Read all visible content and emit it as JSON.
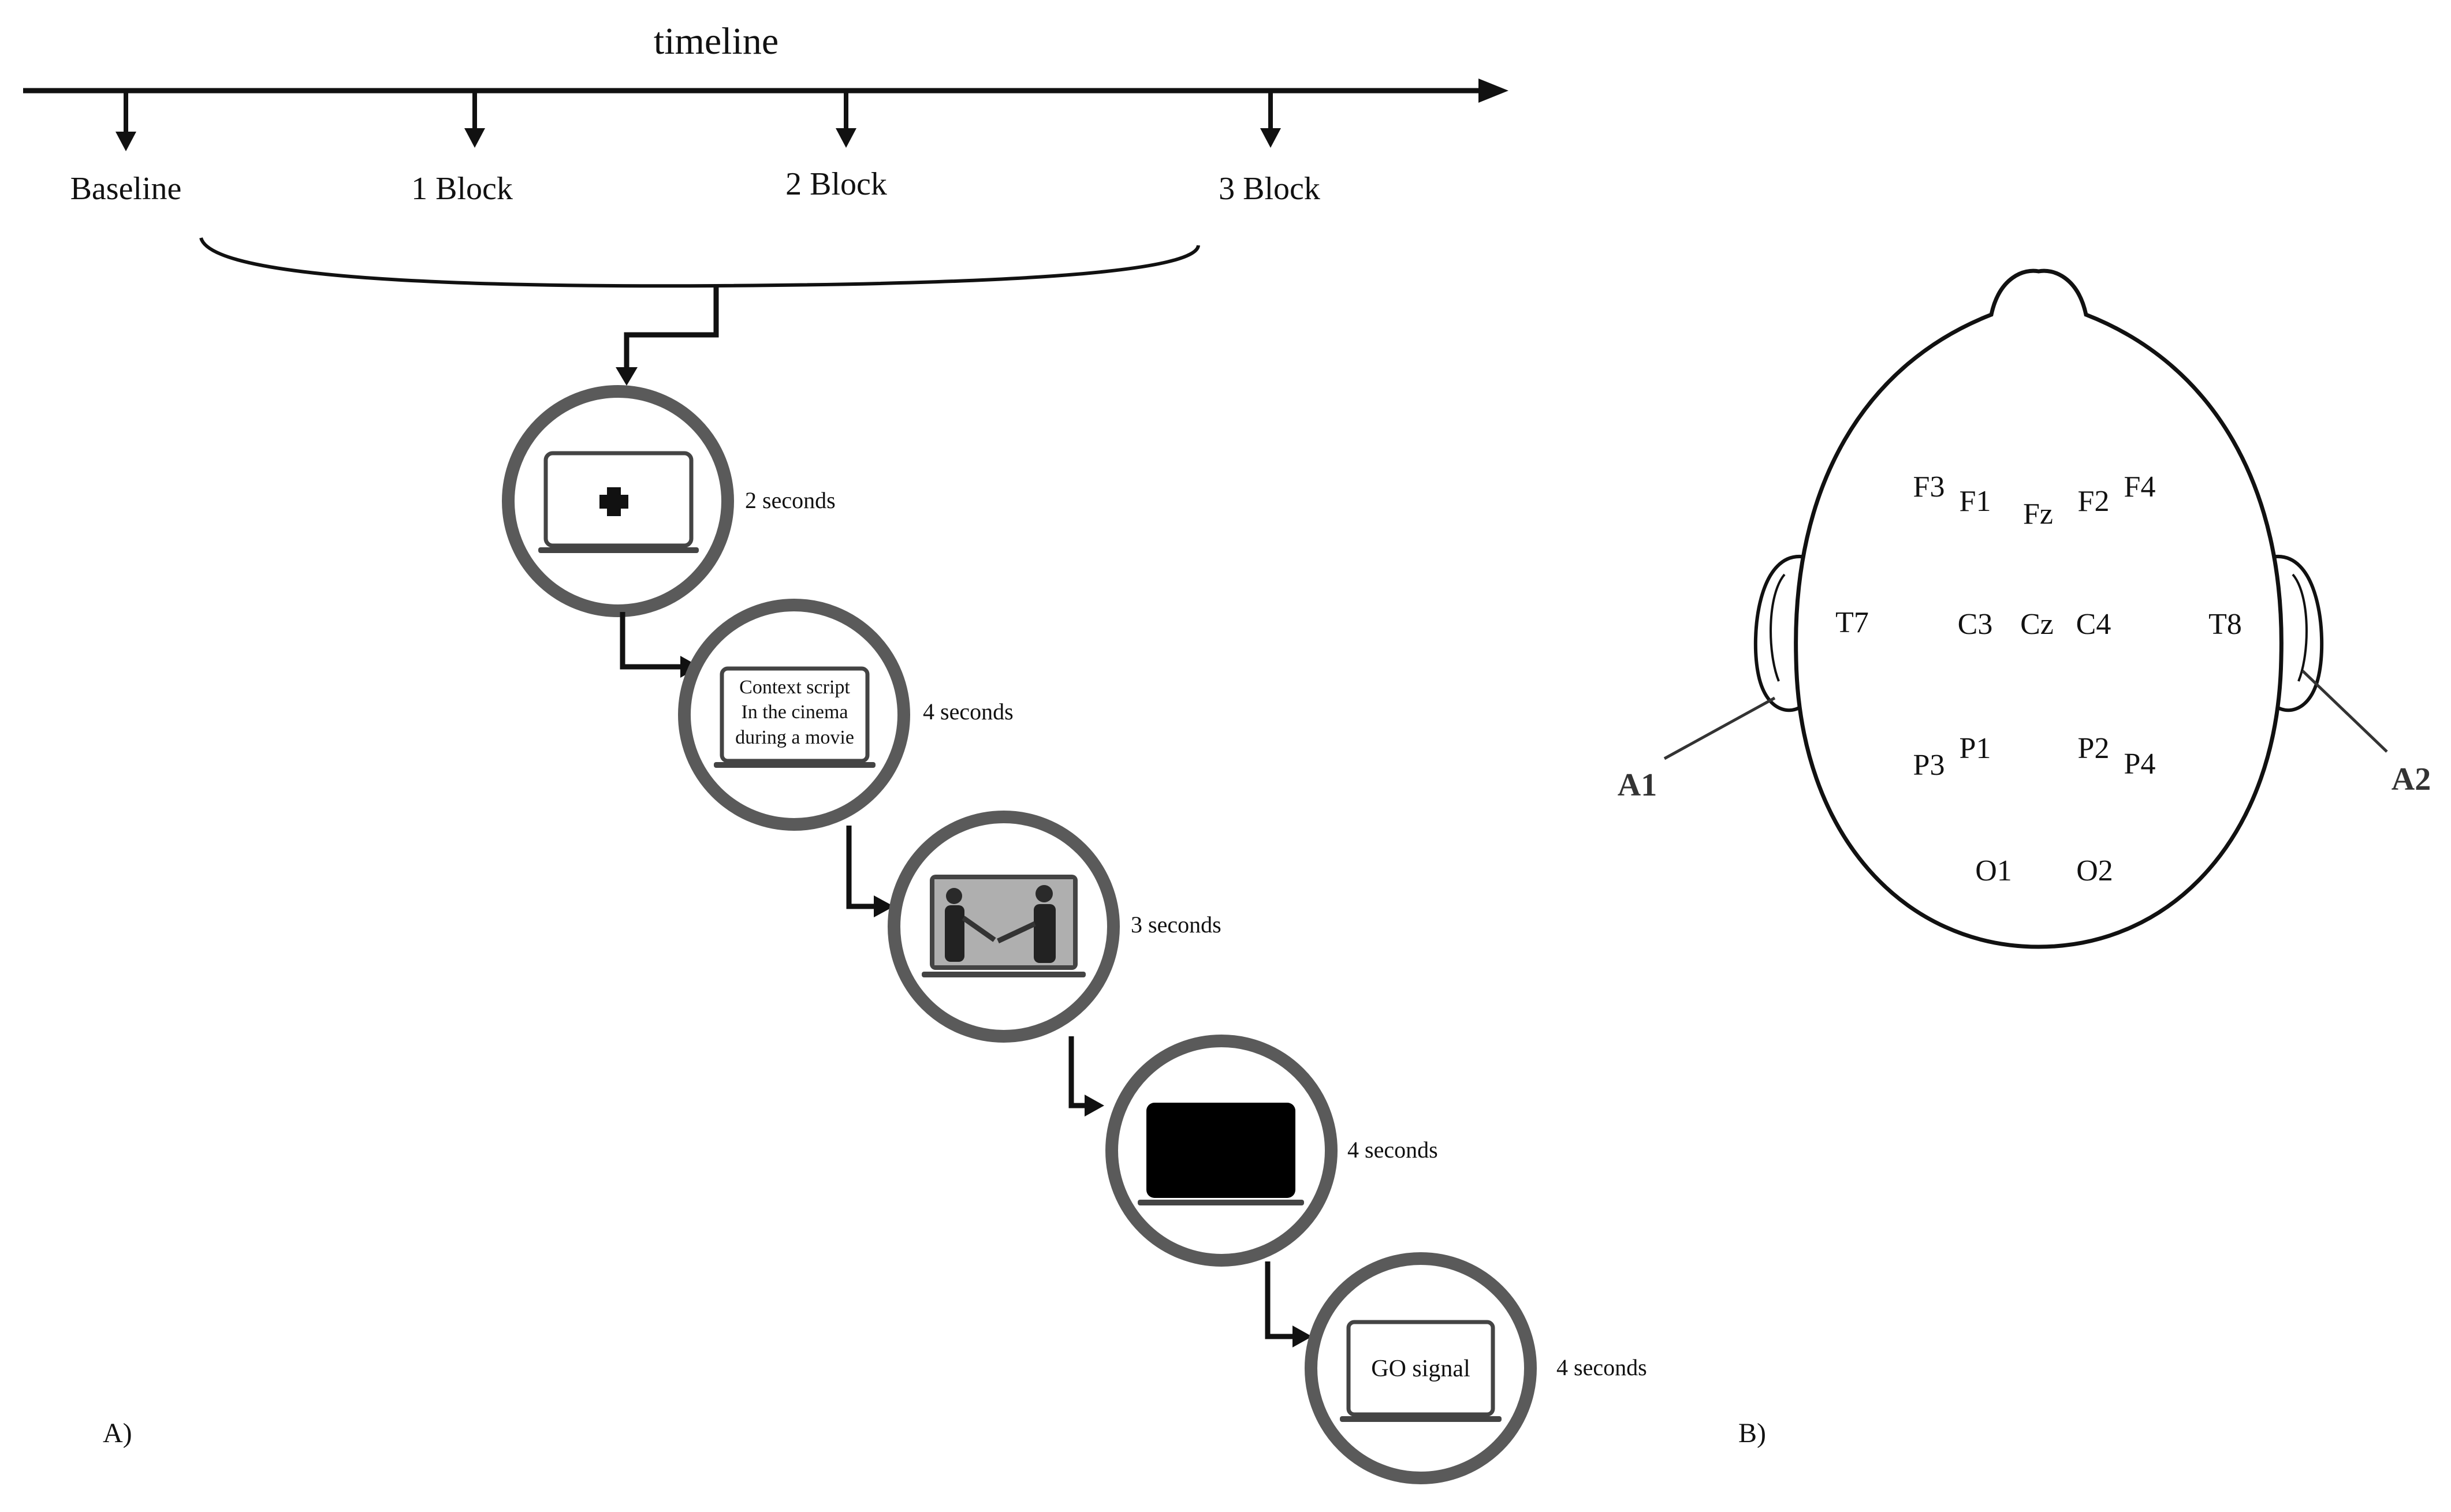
{
  "colors": {
    "ink": "#111111",
    "ring": "#5a5a5a",
    "laptop": "#444444",
    "black_screen": "#000000",
    "photo_gray": "#9a9a9a"
  },
  "timeline": {
    "title": "timeline",
    "markers": [
      "Baseline",
      "1 Block",
      "2 Block",
      "3 Block"
    ]
  },
  "trial_steps": [
    {
      "screen": "fixation-cross",
      "duration": "2 seconds"
    },
    {
      "screen": "context-script",
      "lines": [
        "Context script",
        "In the cinema",
        "during a movie"
      ],
      "duration": "4 seconds"
    },
    {
      "screen": "video-photo",
      "duration": "3 seconds"
    },
    {
      "screen": "black-screen",
      "duration": "4 seconds"
    },
    {
      "screen": "go-signal",
      "text": "GO signal",
      "duration": "4 seconds"
    }
  ],
  "electrodes": [
    "F3",
    "F1",
    "Fz",
    "F2",
    "F4",
    "T7",
    "C3",
    "Cz",
    "C4",
    "T8",
    "P3",
    "P1",
    "P2",
    "P4",
    "O1",
    "O2"
  ],
  "references": [
    "A1",
    "A2"
  ],
  "panels": {
    "a": "A)",
    "b": "B)"
  }
}
